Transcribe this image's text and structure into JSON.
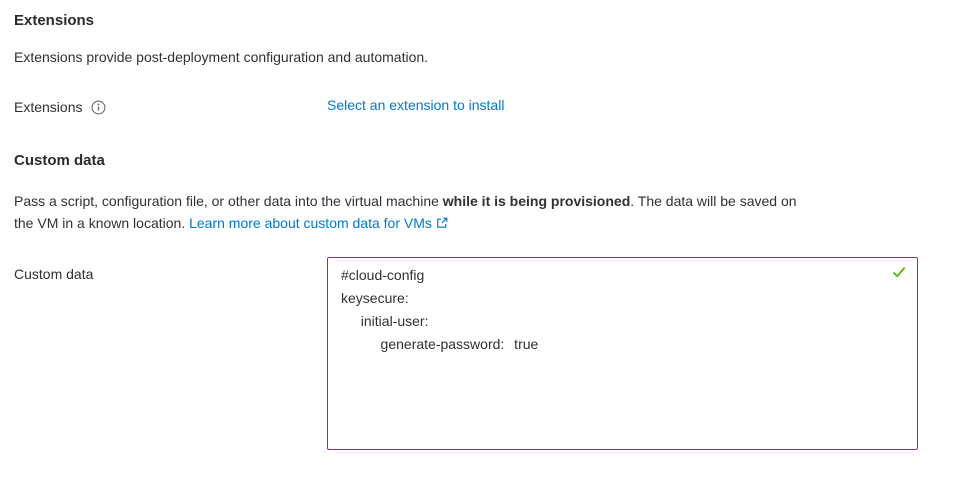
{
  "extensions": {
    "heading": "Extensions",
    "description": "Extensions provide post-deployment configuration and automation.",
    "row": {
      "label": "Extensions",
      "link_label": "Select an extension to install"
    }
  },
  "custom_data": {
    "heading": "Custom data",
    "desc_pre_bold": "Pass a script, configuration file, or other data into the virtual machine ",
    "desc_bold": "while it is being provisioned",
    "desc_line1_end": ". The data will be saved on",
    "desc_line2": "the VM in a known location. ",
    "learn_more_label": "Learn more about custom data for VMs",
    "row": {
      "label": "Custom data",
      "value": "#cloud-config\nkeysecure:\n  initial-user:\n    generate-password: true"
    },
    "validation_state": "valid"
  },
  "icons": {
    "info": "info-icon",
    "external_link": "external-link-icon",
    "checkmark": "checkmark-icon"
  },
  "colors": {
    "text": "#323130",
    "link": "#0078d4",
    "modified_field_border": "#8a2da5",
    "valid_check": "#5db300",
    "background": "#ffffff"
  }
}
